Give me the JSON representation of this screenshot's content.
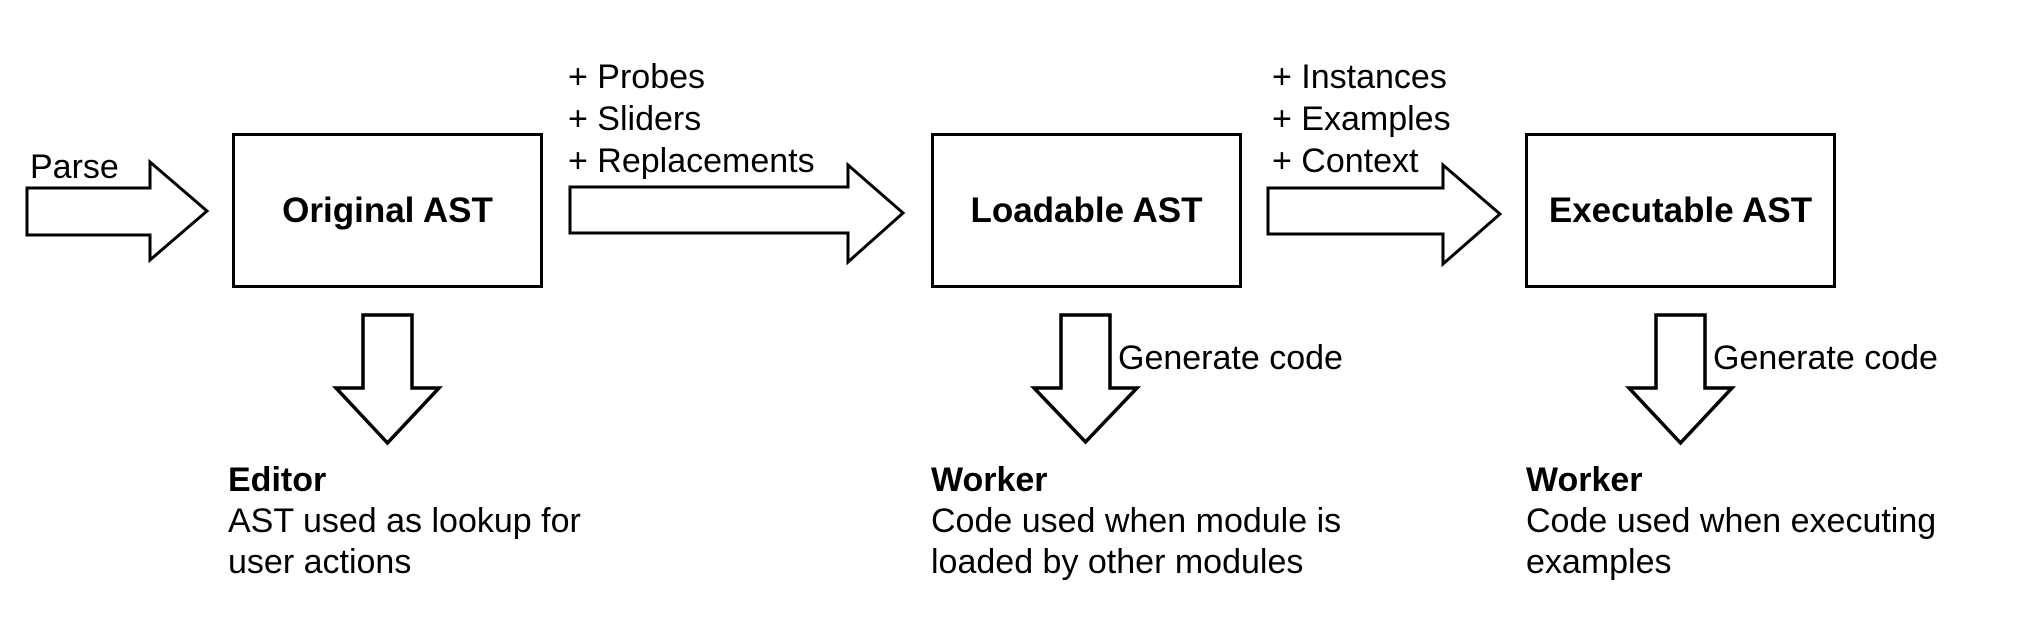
{
  "colors": {
    "background": "#ffffff",
    "line": "#000000",
    "text": "#000000"
  },
  "diagram": {
    "parse_arrow_label": "Parse",
    "nodes": [
      {
        "label": "Original AST"
      },
      {
        "label": "Loadable AST"
      },
      {
        "label": "Executable AST"
      }
    ],
    "additions_1": [
      "+ Probes",
      "+ Sliders",
      "+ Replacements"
    ],
    "additions_2": [
      "+ Instances",
      "+ Examples",
      "+ Context"
    ],
    "generate_code_label": "Generate code",
    "outputs": [
      {
        "title": "Editor",
        "lines": [
          "AST used as lookup for",
          "user actions"
        ]
      },
      {
        "title": "Worker",
        "lines": [
          "Code used when module is",
          "loaded by other modules"
        ]
      },
      {
        "title": "Worker",
        "lines": [
          "Code used when executing",
          "examples"
        ]
      }
    ]
  }
}
